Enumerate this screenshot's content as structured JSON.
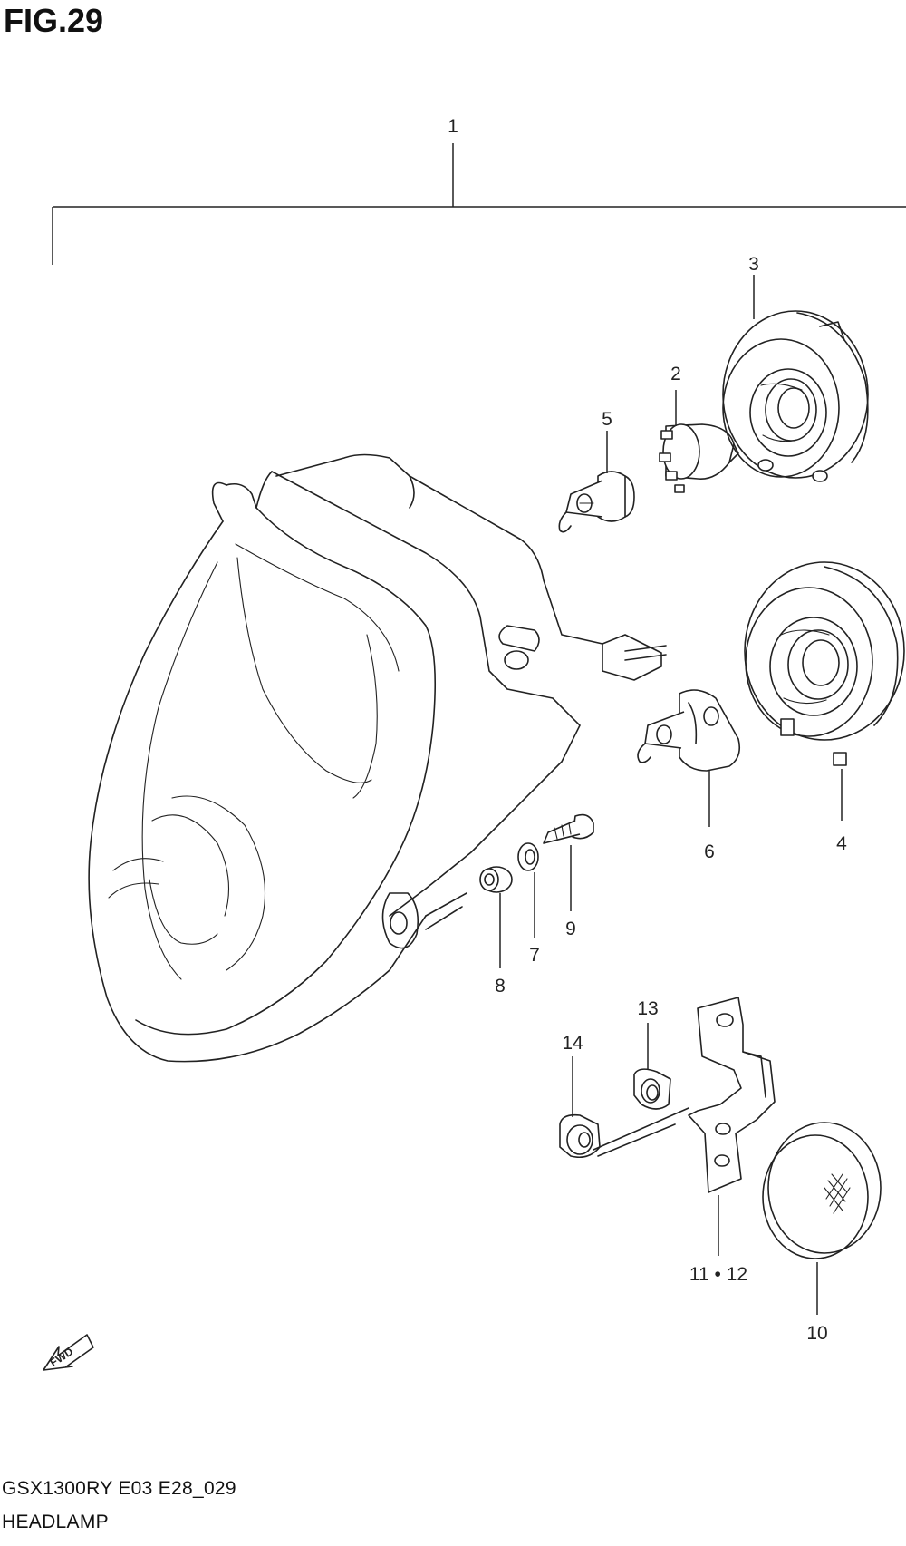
{
  "figure_title": "FIG.29",
  "footer": {
    "model_code": "GSX1300RY  E03  E28_029",
    "section_name": "HEADLAMP"
  },
  "fwd_label": "FWD",
  "callouts": [
    {
      "id": "c1",
      "label": "1"
    },
    {
      "id": "c2",
      "label": "2"
    },
    {
      "id": "c3",
      "label": "3"
    },
    {
      "id": "c4",
      "label": "4"
    },
    {
      "id": "c5",
      "label": "5"
    },
    {
      "id": "c6",
      "label": "6"
    },
    {
      "id": "c7",
      "label": "7"
    },
    {
      "id": "c8",
      "label": "8"
    },
    {
      "id": "c9",
      "label": "9"
    },
    {
      "id": "c10",
      "label": "10"
    },
    {
      "id": "c11",
      "label": "11 • 12"
    },
    {
      "id": "c13",
      "label": "13"
    },
    {
      "id": "c14",
      "label": "14"
    }
  ]
}
